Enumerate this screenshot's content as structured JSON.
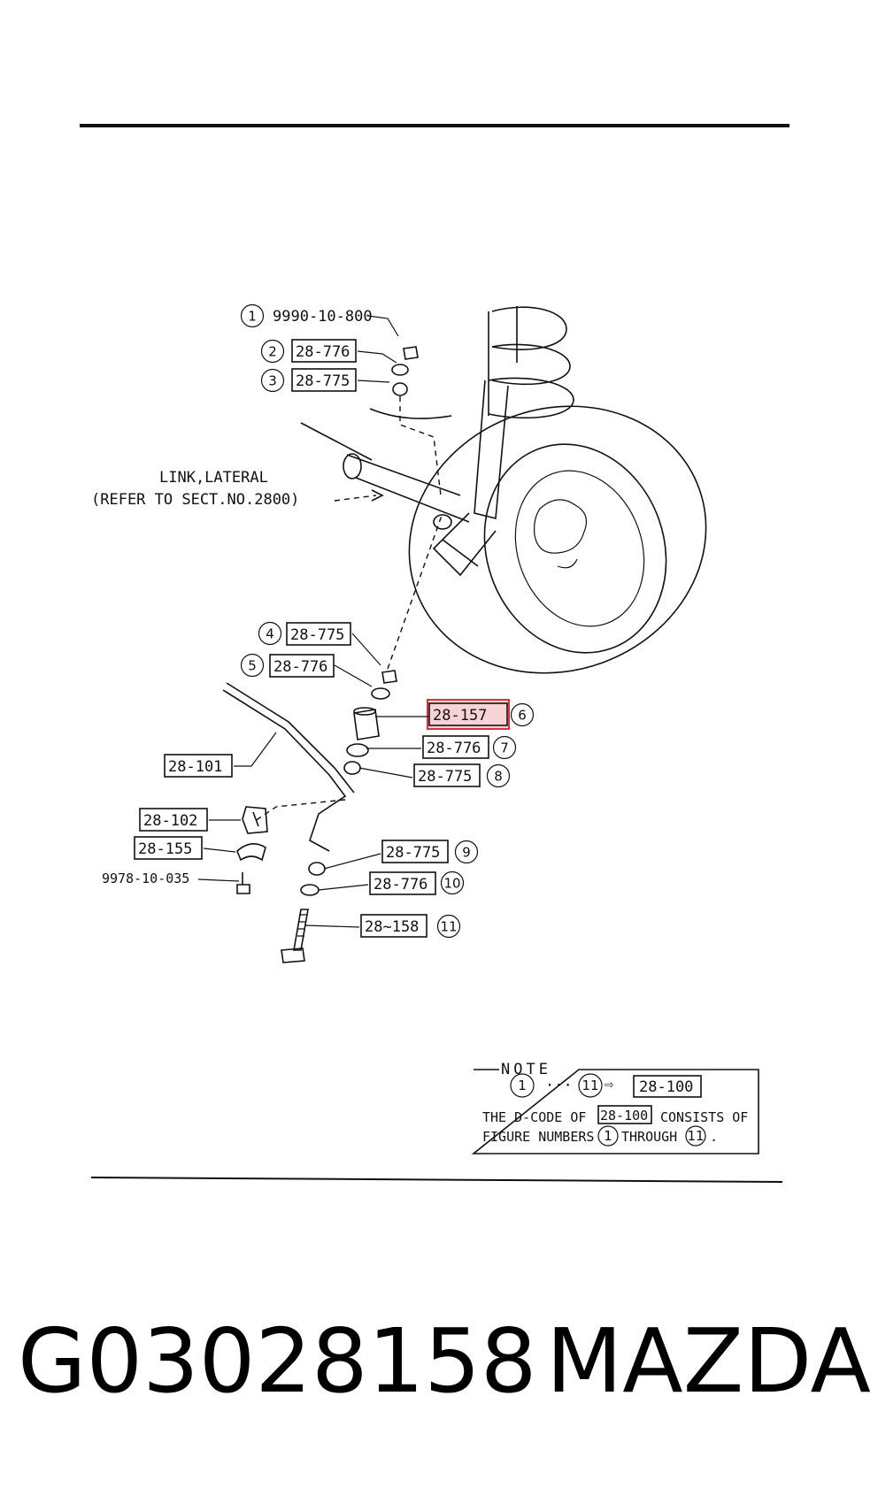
{
  "callouts": [
    {
      "num": "1",
      "code": "9990-10-800",
      "boxed": false
    },
    {
      "num": "2",
      "code": "28-776",
      "boxed": true
    },
    {
      "num": "3",
      "code": "28-775",
      "boxed": true
    },
    {
      "num": "4",
      "code": "28-775",
      "boxed": true
    },
    {
      "num": "5",
      "code": "28-776",
      "boxed": true
    },
    {
      "num": "6",
      "code": "28-157",
      "boxed": true,
      "highlighted": true
    },
    {
      "num": "7",
      "code": "28-776",
      "boxed": true
    },
    {
      "num": "8",
      "code": "28-775",
      "boxed": true
    },
    {
      "num": "9",
      "code": "28-775",
      "boxed": true
    },
    {
      "num": "10",
      "code": "28-776",
      "boxed": true
    },
    {
      "num": "11",
      "code": "28~158",
      "boxed": true
    }
  ],
  "parts": [
    {
      "code": "28-101",
      "boxed": true
    },
    {
      "code": "28-102",
      "boxed": true
    },
    {
      "code": "28-155",
      "boxed": true
    },
    {
      "code": "9978-10-035",
      "boxed": false
    }
  ],
  "link_label": {
    "line1": "LINK,LATERAL",
    "line2": "(REFER TO SECT.NO.2800)"
  },
  "note": {
    "title": "NOTE",
    "range_start": "1",
    "range_dots": "···",
    "range_end": "11",
    "arrow": "⇨",
    "dcode": "28-100",
    "text1_a": "THE D-CODE OF",
    "text1_code": "28-100",
    "text1_b": "CONSISTS OF",
    "text2_a": "FIGURE NUMBERS",
    "text2_start": "1",
    "text2_mid": "THROUGH",
    "text2_end": "11",
    "text2_end_punct": "."
  },
  "caption": {
    "part_number": "G03028158",
    "brand": "MAZDA"
  },
  "colors": {
    "highlight_border": "#e0303a",
    "highlight_fill": "#f8d3d6",
    "ink": "#111111"
  }
}
